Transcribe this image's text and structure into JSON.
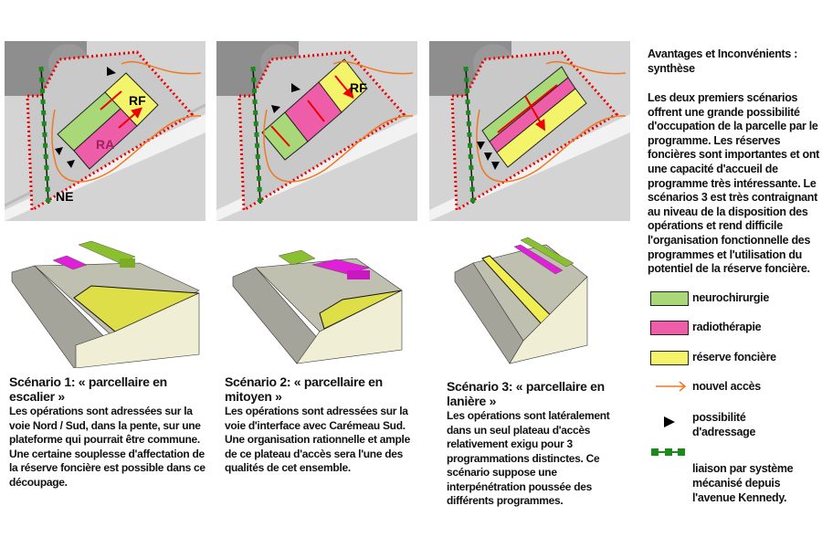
{
  "maps": [
    {
      "labels": {
        "rf": "RF",
        "ra": "RA",
        "ne": "NE"
      }
    },
    {
      "labels": {
        "rf": "RF"
      }
    },
    {
      "labels": {}
    }
  ],
  "scenarios": [
    {
      "title": "Scénario 1: « parcellaire en escalier »",
      "body": "Les opérations sont adressées sur la voie Nord / Sud, dans la pente, sur une plateforme qui pourrait être commune. Une certaine souplesse d'affectation de la réserve foncière est possible dans ce découpage."
    },
    {
      "title": "Scénario 2: « parcellaire en mitoyen »",
      "body": "Les opérations sont adressées sur la voie d'interface avec Carémeau Sud. Une organisation rationnelle et ample de ce plateau d'accès sera l'une des qualités de cet ensemble."
    },
    {
      "title": "Scénario 3: « parcellaire en lanière »",
      "body": "Les opérations sont latéralement dans un seul plateau d'accès relativement exigu pour 3 programmations distinctes. Ce scénario suppose une interpénétration poussée des différents programmes."
    }
  ],
  "synthese": {
    "title": "Avantages et Inconvénients : synthèse",
    "body": "Les deux premiers scénarios offrent une grande possibilité d'occupation de la parcelle par le programme. Les réserves foncières sont importantes et ont une capacité d'accueil de programme très intéressante. Le scénarios 3 est très contraignant au niveau de la disposition des opérations et rend difficile l'organisation fonctionnelle des programmes et l'utilisation du potentiel de la réserve foncière."
  },
  "legend": [
    {
      "label": "neurochirurgie",
      "color": "#a8d878",
      "icon": "green-swatch"
    },
    {
      "label": "radiothérapie",
      "color": "#ee5ea8",
      "icon": "pink-swatch"
    },
    {
      "label": "réserve foncière",
      "color": "#f4f46a",
      "icon": "yellow-swatch"
    },
    {
      "label": "nouvel accès",
      "color": "#f07820",
      "icon": "orange-arrow-icon"
    },
    {
      "label": "possibilité d'adressage",
      "color": "#000000",
      "icon": "triangle-icon"
    },
    {
      "label": "liaison par système mécanisé depuis l'avenue Kennedy.",
      "color": "#1a8a1a",
      "icon": "green-dashed-line-icon"
    }
  ]
}
